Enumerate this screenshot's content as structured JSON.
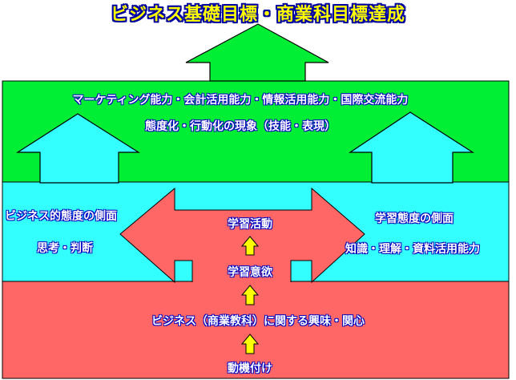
{
  "title": "ビジネス基礎目標・商業科目標達成",
  "top_band": {
    "line1": "マーケティング能力・会計活用能力・情報活用能力・国際交流能力",
    "line2": "態度化・行動化の現象（技能・表現）"
  },
  "middle_band": {
    "left_title": "ビジネス的態度の側面",
    "left_sub": "思考・判断",
    "right_title": "学習態度の側面",
    "right_sub": "知識・理解・資料活用能力"
  },
  "center_steps": {
    "step_activity": "学習活動",
    "step_motivation": "学習意欲",
    "step_interest": "ビジネス（商業教科）に関する興味・関心",
    "step_trigger": "動機付け"
  },
  "colors": {
    "green": "#00ee33",
    "cyan": "#33ffff",
    "red": "#ff6666",
    "yellow": "#ffff00",
    "text_blue": "#1a1aff"
  }
}
